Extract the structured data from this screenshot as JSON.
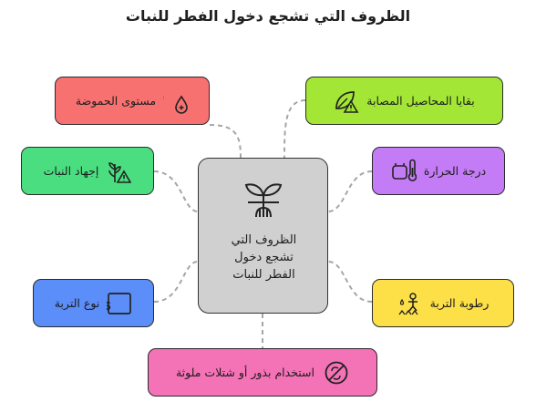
{
  "title": "الظروف التي تشجع دخول الفطر للنبات",
  "center": {
    "label_lines": [
      "الظروف التي",
      "تشجع دخول",
      "الفطر للنبات"
    ]
  },
  "nodes": [
    {
      "id": "acidity",
      "label": "مستوى الحموضة",
      "color": "#f87171",
      "icon": "ph-icon"
    },
    {
      "id": "crop-residue",
      "label": "بقايا المحاصيل المصابة",
      "color": "#a3e635",
      "icon": "infected-leaf-icon"
    },
    {
      "id": "plant-stress",
      "label": "إجهاد النبات",
      "color": "#4ade80",
      "icon": "stressed-plant-icon"
    },
    {
      "id": "temperature",
      "label": "درجة الحرارة",
      "color": "#c37cf5",
      "icon": "thermometer-icon"
    },
    {
      "id": "soil-type",
      "label": "نوع التربة",
      "color": "#5b8ef8",
      "icon": "soil-type-icon"
    },
    {
      "id": "soil-moisture",
      "label": "رطوبة التربة",
      "color": "#fde047",
      "icon": "soil-moisture-icon"
    },
    {
      "id": "contaminated-seeds",
      "label": "استخدام بذور أو شتلات ملوثة",
      "color": "#f472b6",
      "icon": "no-contaminated-seed-icon"
    }
  ]
}
